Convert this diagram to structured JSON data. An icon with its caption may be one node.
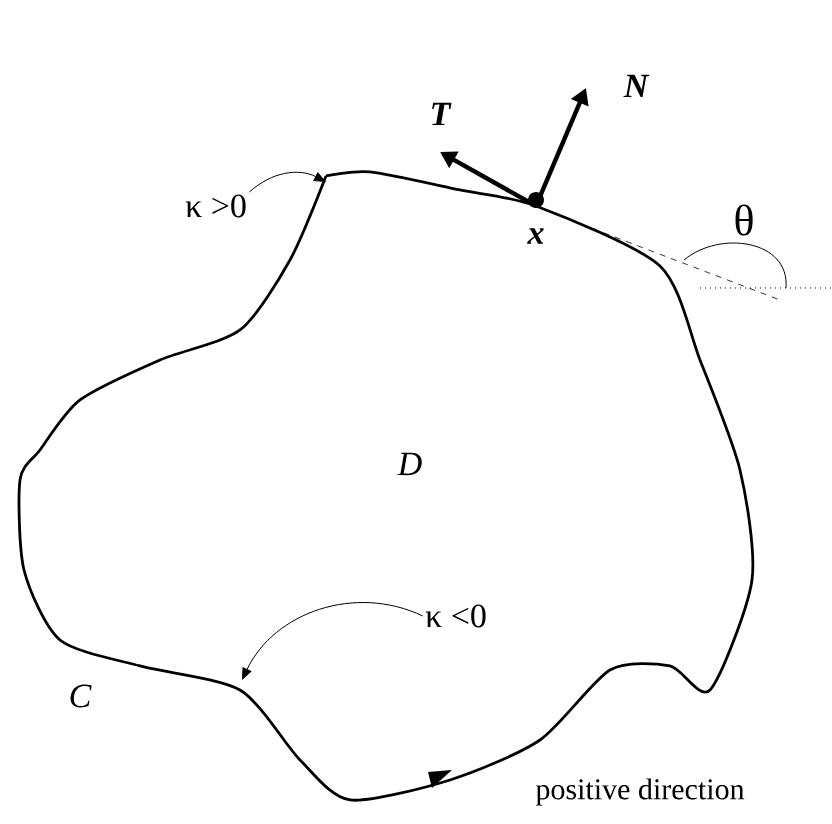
{
  "diagram": {
    "nodes": [
      {
        "text": [
          "κ >0"
        ]
      },
      {
        "text": [
          "κ <0"
        ]
      }
    ],
    "edges": [
      {
        "from": 0,
        "to": null,
        "arrow": "to"
      },
      {
        "from": 1,
        "to": null,
        "arrow": "to"
      }
    ],
    "labels": [
      "T",
      "N",
      "x",
      "θ",
      "D",
      "C",
      "positive direction"
    ]
  }
}
